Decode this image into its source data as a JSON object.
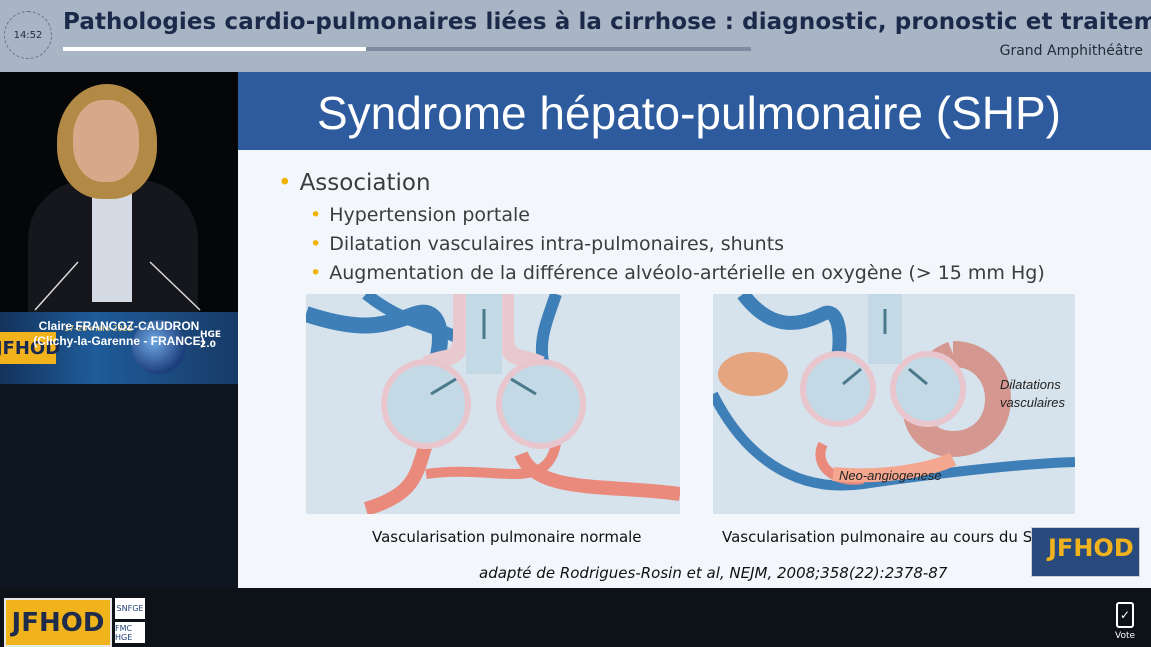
{
  "header": {
    "clock": "14:52",
    "session_title": "Pathologies cardio-pulmonaires liées à la cirrhose : diagnostic, pronostic et traitement",
    "room": "Grand Amphithéâtre",
    "progress_percent": 44
  },
  "speaker": {
    "name": "Claire FRANCOZ-CAUDRON",
    "affiliation": "(Clichy-la-Garenne - FRANCE)",
    "banner_logo": "JFHOD",
    "banner_dates": "17-20 mars 2022",
    "banner_badge": "HGE 2.0"
  },
  "slide": {
    "title": "Syndrome hépato-pulmonaire (SHP)",
    "bullet_main": "Association",
    "sub_bullets": [
      "Hypertension portale",
      "Dilatation vasculaires intra-pulmonaires, shunts",
      "Augmentation de la différence alvéolo-artérielle en oxygène (> 15 mm Hg)"
    ],
    "figure_left_caption": "Vascularisation pulmonaire normale",
    "figure_right_caption": "Vascularisation pulmonaire au cours du SHP",
    "figure_right_label_1": "Dilatations vasculaires",
    "figure_right_label_2": "Neo-angiogenese",
    "reference": "adapté de  Rodrigues-Rosin et al, NEJM, 2008;358(22):2378-87",
    "corner_logo": "JFHOD"
  },
  "footer": {
    "logo": "JFHOD",
    "partner_1": "SNFGE",
    "partner_2": "FMC HGE",
    "vote_label": "Vote"
  },
  "colors": {
    "header_bg": "#a9b4c4",
    "slide_title_bg": "#2d5b9e",
    "bullet": "#f0b400",
    "artery_blue": "#3f7fb8",
    "vein_red": "#e98a7c",
    "brand_yellow": "#f1b31b"
  }
}
